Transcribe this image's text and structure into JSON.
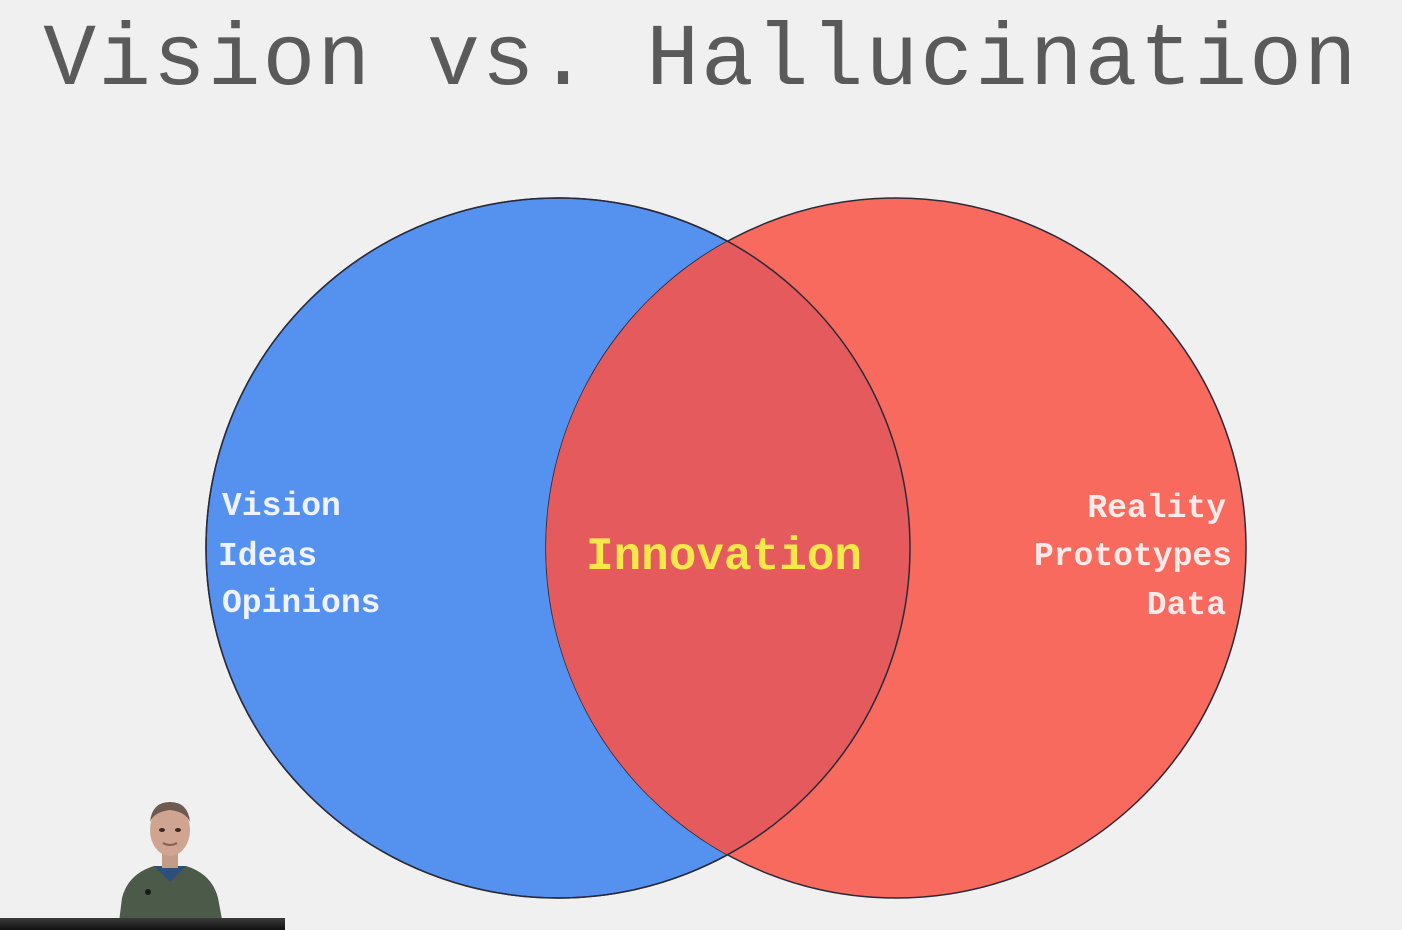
{
  "slide": {
    "title": "Vision vs. Hallucination"
  },
  "venn": {
    "left_circle": {
      "color": "#5591ef",
      "items": [
        "Vision",
        "Ideas",
        "Opinions"
      ]
    },
    "right_circle": {
      "color": "#f86a5e",
      "items": [
        "Reality",
        "Prototypes",
        "Data"
      ]
    },
    "intersection": {
      "label": "Innovation",
      "color": "#e65c5c",
      "label_color": "#f6e84a"
    }
  },
  "colors": {
    "background": "#f0f0f0",
    "title": "#5a5a5a"
  }
}
